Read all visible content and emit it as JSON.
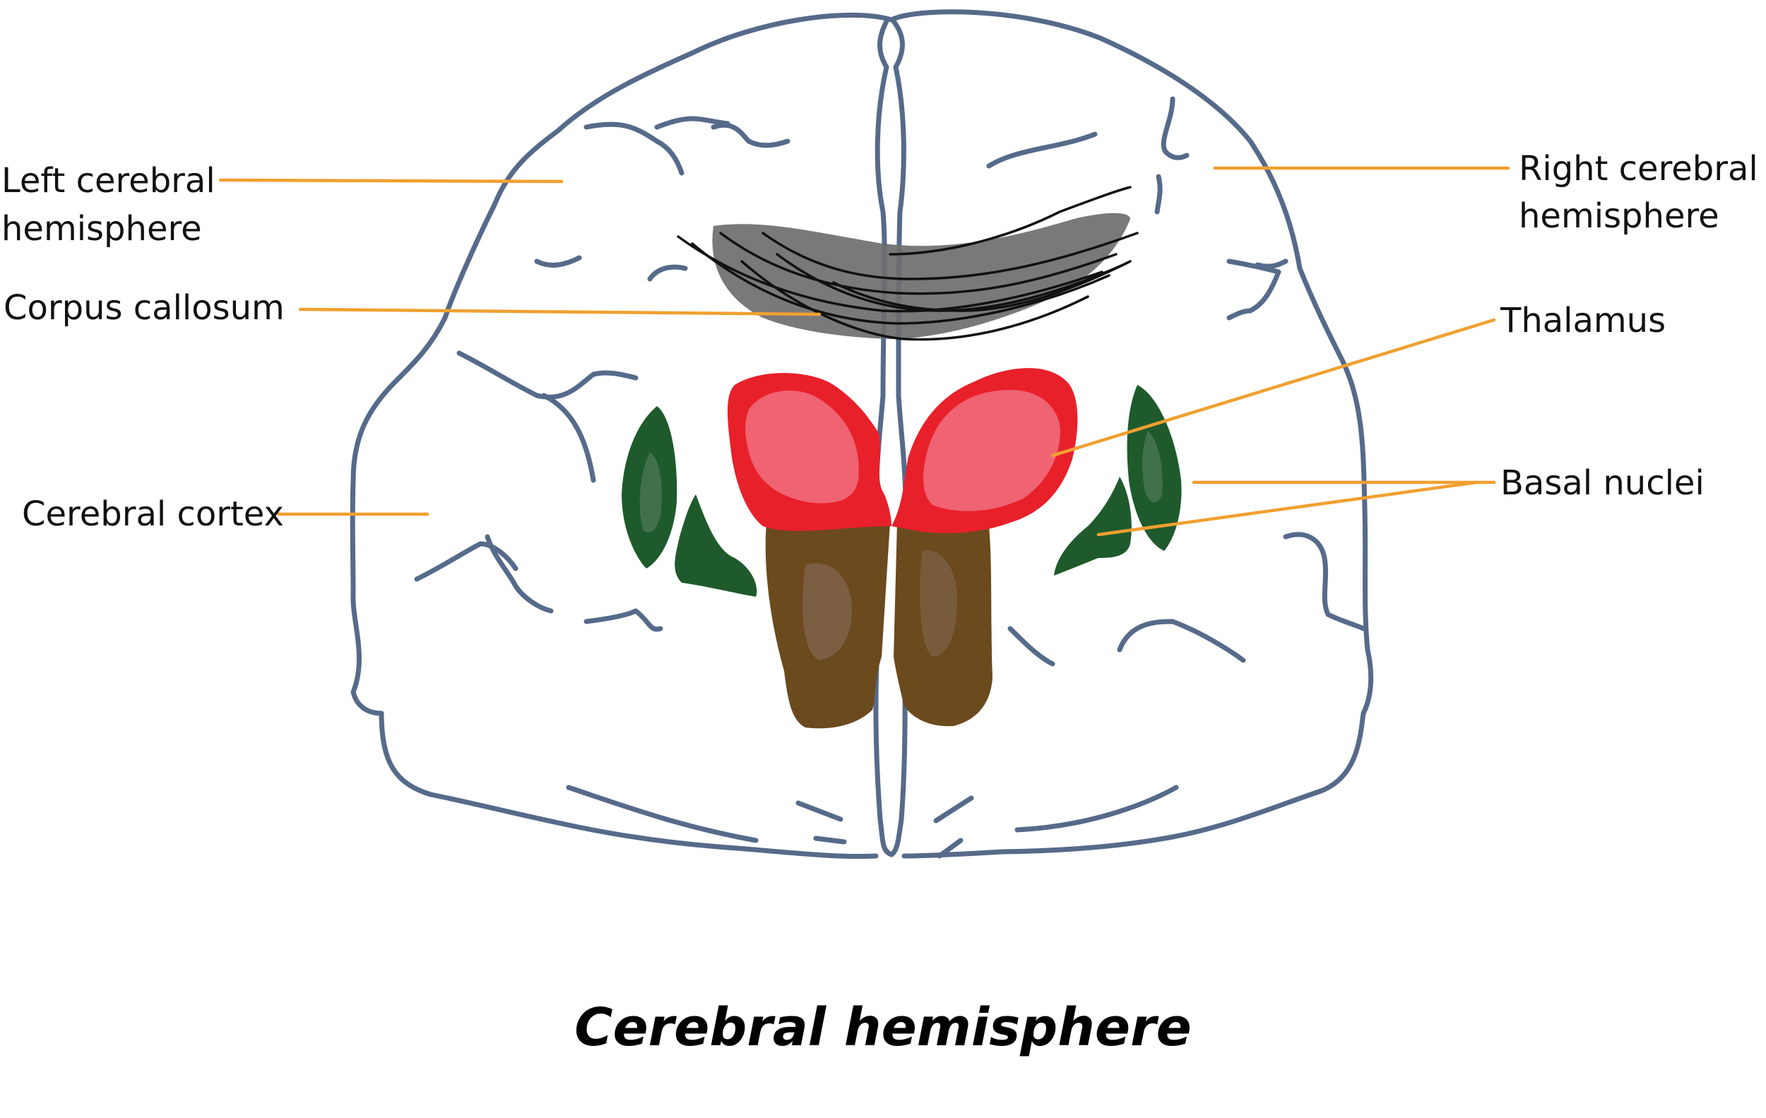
{
  "title": "Cerebral hemisphere",
  "labels": {
    "left_hemisphere_line1": "Left cerebral",
    "left_hemisphere_line2": "hemisphere",
    "corpus_callosum": "Corpus callosum",
    "cerebral_cortex": "Cerebral cortex",
    "right_hemisphere_line1": "Right cerebral",
    "right_hemisphere_line2": "hemisphere",
    "thalamus": "Thalamus",
    "basal_nuclei": "Basal nuclei"
  },
  "colors": {
    "outline": "#566a8a",
    "leader": "#f0a030",
    "thalamus": "#e8202a",
    "thalamus_highlight": "#f07080",
    "basal_nuclei": "#1f5a2c",
    "brainstem": "#6b4a1e",
    "corpus_callosum": "#6e6e6e"
  }
}
